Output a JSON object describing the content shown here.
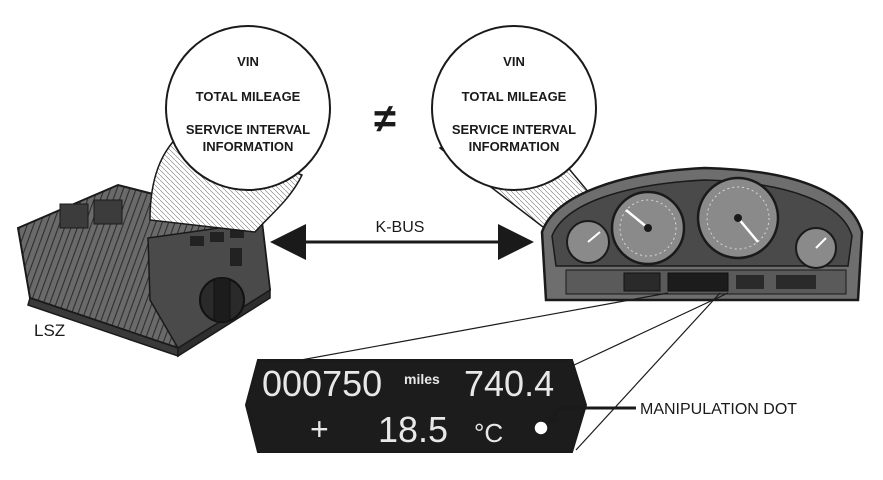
{
  "left_bubble": {
    "line1": "VIN",
    "line2": "TOTAL MILEAGE",
    "line3": "SERVICE INTERVAL",
    "line4": "INFORMATION"
  },
  "right_bubble": {
    "line1": "VIN",
    "line2": "TOTAL MILEAGE",
    "line3": "SERVICE INTERVAL",
    "line4": "INFORMATION"
  },
  "not_equal_symbol": "≠",
  "bus_label": "K-BUS",
  "module_label": "LSZ",
  "display": {
    "odometer": "000750",
    "unit": "miles",
    "trip": "740.4",
    "sign": "+",
    "temperature": "18.5",
    "temp_unit": "°C"
  },
  "callout_label": "MANIPULATION DOT",
  "colors": {
    "ink": "#1a1a1a",
    "display_bg": "#1c1c1c",
    "segment_on": "#e8e8e8",
    "module_body": "#5a5a5a",
    "cluster_body": "#6e6e6e"
  }
}
